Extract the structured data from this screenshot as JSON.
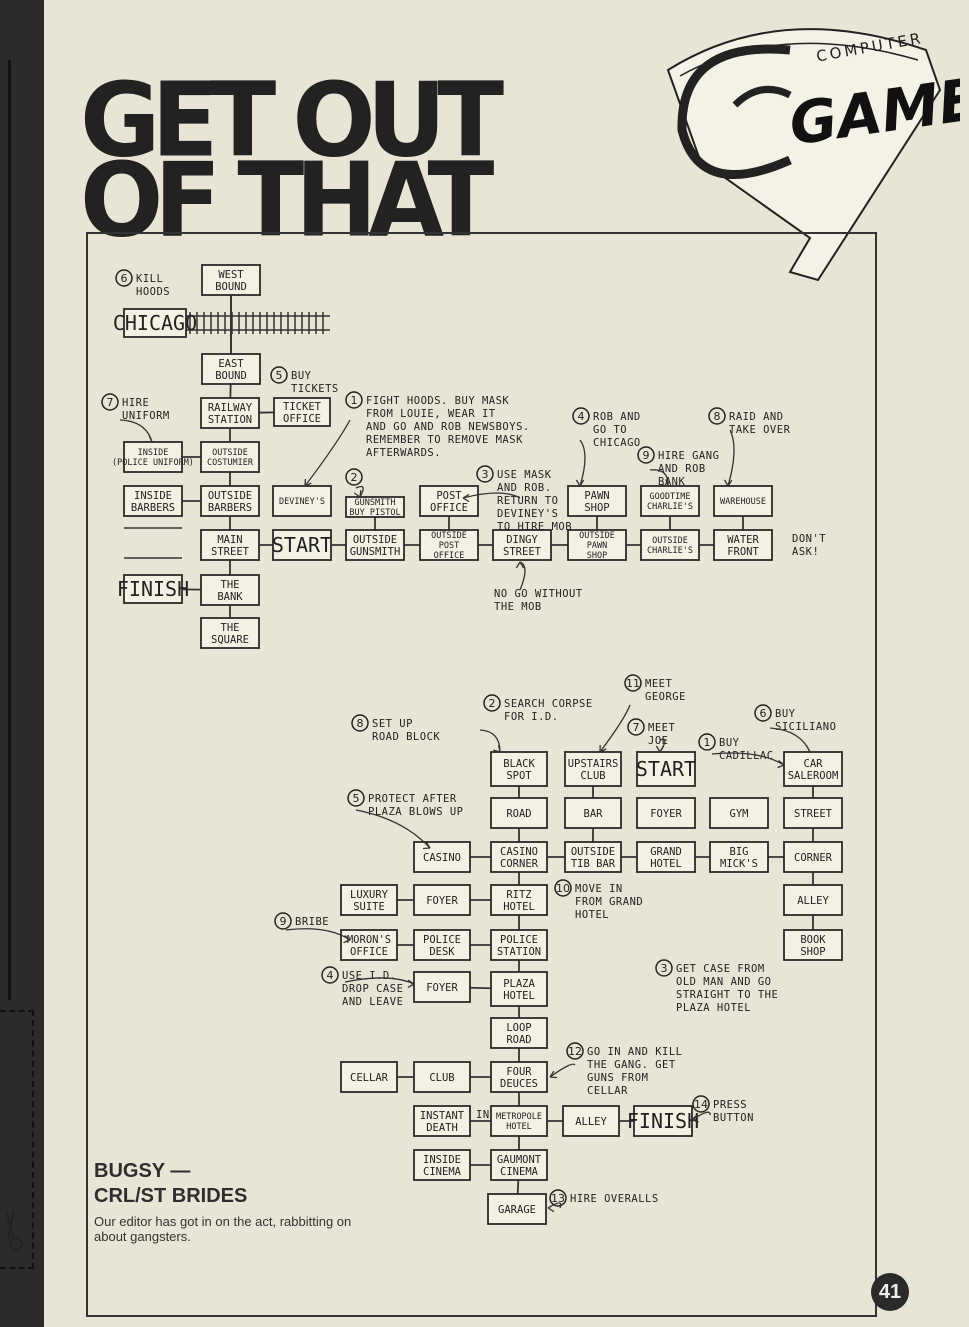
{
  "header": {
    "title_line1": "GET OUT",
    "title_line2": "OF THAT",
    "logo_top": "COMPUTER",
    "logo_main": "GAMER"
  },
  "caption": {
    "title_line1": "BUGSY —",
    "title_line2": "CRL/ST BRIDES",
    "body": "Our editor has got in on the act, rabbitting on about gangsters."
  },
  "page_number": "41",
  "map1": {
    "rooms": [
      {
        "id": "westbound",
        "lines": [
          "WEST",
          "BOUND"
        ]
      },
      {
        "id": "chicago",
        "lines": [
          "CHICAGO"
        ]
      },
      {
        "id": "eastbound",
        "lines": [
          "EAST",
          "BOUND"
        ]
      },
      {
        "id": "railway",
        "lines": [
          "RAILWAY",
          "STATION"
        ]
      },
      {
        "id": "ticket",
        "lines": [
          "TICKET",
          "OFFICE"
        ]
      },
      {
        "id": "inside_costumier",
        "lines": [
          "INSIDE",
          "(POLICE UNIFORM)"
        ]
      },
      {
        "id": "outside_costumier",
        "lines": [
          "OUTSIDE",
          "COSTUMIER"
        ]
      },
      {
        "id": "inside_barbers",
        "lines": [
          "INSIDE",
          "BARBERS"
        ]
      },
      {
        "id": "outside_barbers",
        "lines": [
          "OUTSIDE",
          "BARBERS"
        ]
      },
      {
        "id": "main_street",
        "lines": [
          "MAIN",
          "STREET"
        ]
      },
      {
        "id": "start",
        "lines": [
          "START"
        ]
      },
      {
        "id": "deviney",
        "lines": [
          "DEVINEY'S"
        ]
      },
      {
        "id": "gunsmith",
        "lines": [
          "GUNSMITH",
          "BUY PISTOL"
        ]
      },
      {
        "id": "outside_gunsmith",
        "lines": [
          "OUTSIDE",
          "GUNSMITH"
        ]
      },
      {
        "id": "post_office",
        "lines": [
          "POST",
          "OFFICE"
        ]
      },
      {
        "id": "outside_post",
        "lines": [
          "OUTSIDE",
          "POST",
          "OFFICE"
        ]
      },
      {
        "id": "dingy",
        "lines": [
          "DINGY",
          "STREET"
        ]
      },
      {
        "id": "pawn",
        "lines": [
          "PAWN",
          "SHOP"
        ]
      },
      {
        "id": "outside_pawn",
        "lines": [
          "OUTSIDE",
          "PAWN",
          "SHOP"
        ]
      },
      {
        "id": "goodtime",
        "lines": [
          "GOODTIME",
          "CHARLIE'S"
        ]
      },
      {
        "id": "outside_charlie",
        "lines": [
          "OUTSIDE",
          "CHARLIE'S"
        ]
      },
      {
        "id": "warehouse",
        "lines": [
          "WAREHOUSE"
        ]
      },
      {
        "id": "waterfront",
        "lines": [
          "WATER",
          "FRONT"
        ]
      },
      {
        "id": "finish",
        "lines": [
          "FINISH"
        ]
      },
      {
        "id": "bank",
        "lines": [
          "THE",
          "BANK"
        ]
      },
      {
        "id": "square",
        "lines": [
          "THE",
          "SQUARE"
        ]
      }
    ],
    "notes": [
      {
        "id": "n6",
        "num": "6",
        "lines": [
          "KILL",
          "HOODS"
        ]
      },
      {
        "id": "n5",
        "num": "5",
        "lines": [
          "BUY",
          "TICKETS"
        ]
      },
      {
        "id": "n7",
        "num": "7",
        "lines": [
          "HIRE",
          "UNIFORM"
        ]
      },
      {
        "id": "n1",
        "num": "1",
        "lines": [
          "FIGHT HOODS. BUY MASK",
          "FROM LOUIE, WEAR IT",
          "AND GO AND ROB NEWSBOYS.",
          "REMEMBER TO REMOVE MASK",
          "AFTERWARDS."
        ]
      },
      {
        "id": "n2",
        "num": "2",
        "lines": []
      },
      {
        "id": "n3",
        "num": "3",
        "lines": [
          "USE MASK",
          "AND ROB.",
          "RETURN TO",
          "DEVINEY'S",
          "TO HIRE MOB"
        ]
      },
      {
        "id": "n4",
        "num": "4",
        "lines": [
          "ROB AND",
          "GO TO",
          "CHICAGO"
        ]
      },
      {
        "id": "n9",
        "num": "9",
        "lines": [
          "HIRE GANG",
          "AND ROB",
          "BANK"
        ]
      },
      {
        "id": "n8",
        "num": "8",
        "lines": [
          "RAID AND",
          "TAKE OVER"
        ]
      },
      {
        "id": "dontask",
        "num": "",
        "lines": [
          "DON'T",
          "ASK!"
        ]
      },
      {
        "id": "nogo",
        "num": "",
        "lines": [
          "NO GO WITHOUT",
          "THE MOB"
        ]
      }
    ]
  },
  "map2": {
    "rooms": [
      {
        "id": "blackspot",
        "lines": [
          "BLACK",
          "SPOT"
        ]
      },
      {
        "id": "upstairs",
        "lines": [
          "UPSTAIRS",
          "CLUB"
        ]
      },
      {
        "id": "start2",
        "lines": [
          "START"
        ]
      },
      {
        "id": "carsale",
        "lines": [
          "CAR",
          "SALEROOM"
        ]
      },
      {
        "id": "road",
        "lines": [
          "ROAD"
        ]
      },
      {
        "id": "bar",
        "lines": [
          "BAR"
        ]
      },
      {
        "id": "foyer1",
        "lines": [
          "FOYER"
        ]
      },
      {
        "id": "gym",
        "lines": [
          "GYM"
        ]
      },
      {
        "id": "street2",
        "lines": [
          "STREET"
        ]
      },
      {
        "id": "casino",
        "lines": [
          "CASINO"
        ]
      },
      {
        "id": "casinocorner",
        "lines": [
          "CASINO",
          "CORNER"
        ]
      },
      {
        "id": "tibbar",
        "lines": [
          "OUTSIDE",
          "TIB BAR"
        ]
      },
      {
        "id": "grandhotel",
        "lines": [
          "GRAND",
          "HOTEL"
        ]
      },
      {
        "id": "bigmick",
        "lines": [
          "BIG",
          "MICK'S"
        ]
      },
      {
        "id": "corner",
        "lines": [
          "CORNER"
        ]
      },
      {
        "id": "luxury",
        "lines": [
          "LUXURY",
          "SUITE"
        ]
      },
      {
        "id": "foyer2",
        "lines": [
          "FOYER"
        ]
      },
      {
        "id": "ritz",
        "lines": [
          "RITZ",
          "HOTEL"
        ]
      },
      {
        "id": "alley1",
        "lines": [
          "ALLEY"
        ]
      },
      {
        "id": "moron",
        "lines": [
          "MORON'S",
          "OFFICE"
        ]
      },
      {
        "id": "policedesk",
        "lines": [
          "POLICE",
          "DESK"
        ]
      },
      {
        "id": "policestation",
        "lines": [
          "POLICE",
          "STATION"
        ]
      },
      {
        "id": "bookshop",
        "lines": [
          "BOOK",
          "SHOP"
        ]
      },
      {
        "id": "foyer3",
        "lines": [
          "FOYER"
        ]
      },
      {
        "id": "plaza",
        "lines": [
          "PLAZA",
          "HOTEL"
        ]
      },
      {
        "id": "loop",
        "lines": [
          "LOOP",
          "ROAD"
        ]
      },
      {
        "id": "cellar",
        "lines": [
          "CELLAR"
        ]
      },
      {
        "id": "club",
        "lines": [
          "CLUB"
        ]
      },
      {
        "id": "fourdeuces",
        "lines": [
          "FOUR",
          "DEUCES"
        ]
      },
      {
        "id": "instant",
        "lines": [
          "INSTANT",
          "DEATH"
        ]
      },
      {
        "id": "metropole",
        "lines": [
          "METROPOLE",
          "HOTEL"
        ]
      },
      {
        "id": "alley2",
        "lines": [
          "ALLEY"
        ]
      },
      {
        "id": "finish2",
        "lines": [
          "FINISH"
        ]
      },
      {
        "id": "insidecinema",
        "lines": [
          "INSIDE",
          "CINEMA"
        ]
      },
      {
        "id": "gaumont",
        "lines": [
          "GAUMONT",
          "CINEMA"
        ]
      },
      {
        "id": "garage",
        "lines": [
          "GARAGE"
        ]
      }
    ],
    "notes": [
      {
        "id": "m2",
        "num": "2",
        "lines": [
          "SEARCH CORPSE",
          "FOR I.D."
        ]
      },
      {
        "id": "m11",
        "num": "11",
        "lines": [
          "MEET",
          "GEORGE"
        ]
      },
      {
        "id": "m8",
        "num": "8",
        "lines": [
          "SET UP",
          "ROAD BLOCK"
        ]
      },
      {
        "id": "m7",
        "num": "7",
        "lines": [
          "MEET",
          "JOE"
        ]
      },
      {
        "id": "m1",
        "num": "1",
        "lines": [
          "BUY",
          "CADILLAC"
        ]
      },
      {
        "id": "m6",
        "num": "6",
        "lines": [
          "BUY",
          "SICILIANO"
        ]
      },
      {
        "id": "m5",
        "num": "5",
        "lines": [
          "PROTECT AFTER",
          "PLAZA BLOWS UP"
        ]
      },
      {
        "id": "m10",
        "num": "10",
        "lines": [
          "MOVE IN",
          "FROM GRAND",
          "HOTEL"
        ]
      },
      {
        "id": "m9",
        "num": "9",
        "lines": [
          "BRIBE"
        ]
      },
      {
        "id": "m3",
        "num": "3",
        "lines": [
          "GET CASE FROM",
          "OLD MAN AND GO",
          "STRAIGHT TO THE",
          "PLAZA HOTEL"
        ]
      },
      {
        "id": "m4",
        "num": "4",
        "lines": [
          "USE I.D.",
          "DROP CASE",
          "AND LEAVE"
        ]
      },
      {
        "id": "m12",
        "num": "12",
        "lines": [
          "GO IN AND KILL",
          "THE GANG. GET",
          "GUNS FROM",
          "CELLAR"
        ]
      },
      {
        "id": "m14",
        "num": "14",
        "lines": [
          "PRESS",
          "BUTTON"
        ]
      },
      {
        "id": "m13",
        "num": "13",
        "lines": [
          "HIRE OVERALLS"
        ]
      },
      {
        "id": "in_label",
        "num": "",
        "lines": [
          "IN"
        ]
      }
    ]
  }
}
